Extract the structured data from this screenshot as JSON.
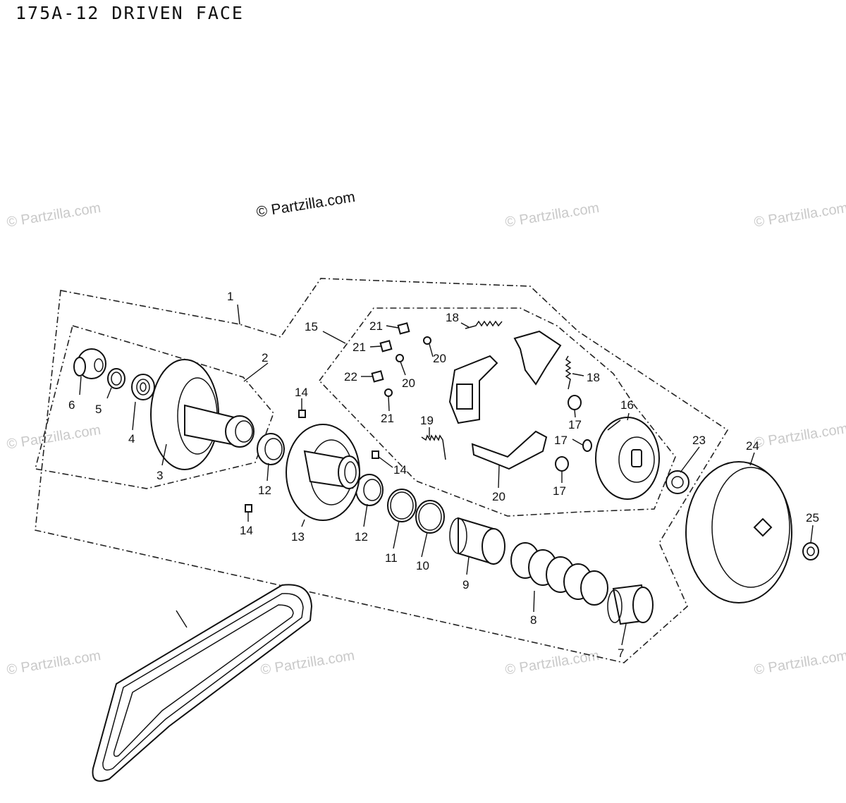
{
  "header": {
    "title": "175A-12 DRIVEN FACE"
  },
  "copyright": "© Partzilla.com",
  "watermark": "© Partzilla.com",
  "callouts": [
    "1",
    "2",
    "3",
    "4",
    "5",
    "6",
    "7",
    "8",
    "9",
    "10",
    "11",
    "12",
    "12",
    "13",
    "14",
    "14",
    "14",
    "15",
    "16",
    "17",
    "17",
    "17",
    "18",
    "18",
    "19",
    "20",
    "20",
    "20",
    "21",
    "21",
    "21",
    "22",
    "23",
    "24",
    "25"
  ]
}
